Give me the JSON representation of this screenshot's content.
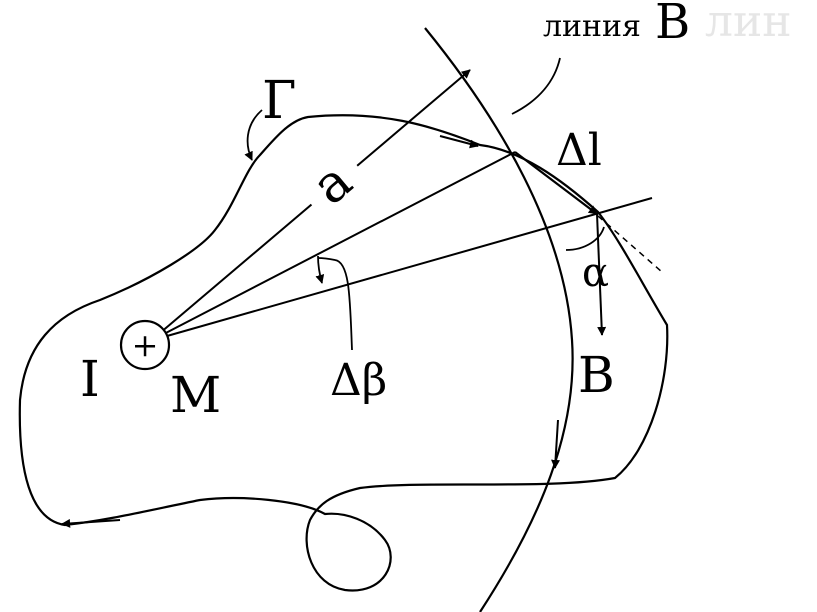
{
  "labels": {
    "b_line_caption_word": "линия",
    "b_line_caption_letter": "B",
    "b_line_caption_faded": "лин",
    "contour": "Г",
    "radius": "a",
    "delta_l": "Δl",
    "alpha": "α",
    "field_vector": "B",
    "delta_beta": "Δβ",
    "current": "I",
    "point": "M",
    "wire_symbol": "+"
  },
  "colors": {
    "ink": "#000000",
    "faded": "#e6e6e6",
    "background": "#ffffff"
  }
}
